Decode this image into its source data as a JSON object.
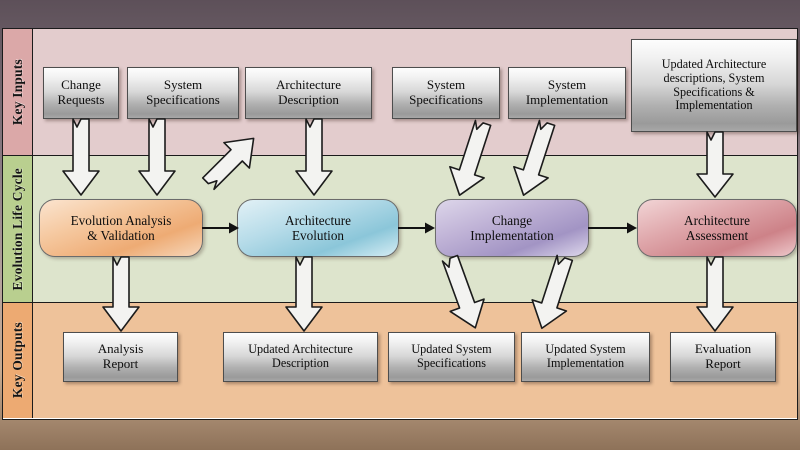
{
  "diagram": {
    "bands": [
      {
        "id": "key-inputs",
        "label": "Key Inputs"
      },
      {
        "id": "evolution-life-cycle",
        "label": "Evolution Life Cycle"
      },
      {
        "id": "key-outputs",
        "label": "Key Outputs"
      }
    ],
    "colors": {
      "band_inputs_bg": "#e3cccd",
      "band_cycle_bg": "#dde4cc",
      "band_outputs_bg": "#eec29a",
      "label_inputs_bg": "#dba8a8",
      "label_cycle_bg": "#b9cf8f",
      "label_outputs_bg": "#edaa72",
      "box_border": "#4d4d4d",
      "process_orange": "#eeab74",
      "process_blue": "#8bc6d9",
      "process_purple": "#a294c4",
      "process_red": "#cd8288",
      "arrow_fill": "#f3f3f1",
      "arrow_stroke": "#1b1b1b"
    },
    "inputs": [
      {
        "id": "change-requests",
        "label": "Change\nRequests"
      },
      {
        "id": "system-specifications-1",
        "label": "System\nSpecifications"
      },
      {
        "id": "architecture-description",
        "label": "Architecture\nDescription"
      },
      {
        "id": "system-specifications-2",
        "label": "System\nSpecifications"
      },
      {
        "id": "system-implementation",
        "label": "System\nImplementation"
      },
      {
        "id": "updated-architecture-bundle",
        "label": "Updated Architecture\ndescriptions, System\nSpecifications &\nImplementation"
      }
    ],
    "processes": [
      {
        "id": "evolution-analysis-validation",
        "label": "Evolution Analysis\n& Validation",
        "color": "orange"
      },
      {
        "id": "architecture-evolution",
        "label": "Architecture\nEvolution",
        "color": "blue"
      },
      {
        "id": "change-implementation",
        "label": "Change\nImplementation",
        "color": "purple"
      },
      {
        "id": "architecture-assessment",
        "label": "Architecture\nAssessment",
        "color": "red"
      }
    ],
    "outputs": [
      {
        "id": "analysis-report",
        "label": "Analysis\nReport"
      },
      {
        "id": "updated-architecture-description",
        "label": "Updated Architecture\nDescription"
      },
      {
        "id": "updated-system-specifications",
        "label": "Updated System\nSpecifications"
      },
      {
        "id": "updated-system-implementation",
        "label": "Updated System\nImplementation"
      },
      {
        "id": "evaluation-report",
        "label": "Evaluation\nReport"
      }
    ],
    "flow_connectors": [
      {
        "from": "evolution-analysis-validation",
        "to": "architecture-evolution"
      },
      {
        "from": "architecture-evolution",
        "to": "change-implementation"
      },
      {
        "from": "change-implementation",
        "to": "architecture-assessment"
      }
    ]
  }
}
